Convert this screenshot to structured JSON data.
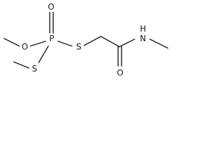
{
  "molecule": {
    "atoms": {
      "carbonyl_o_top": "O",
      "ester_o": "O",
      "phosphorus": "P",
      "sulfur_bridge": "S",
      "sulfur_methyl": "S",
      "carbonyl_o_amide": "O",
      "nitrogen": "N",
      "nitrogen_h": "H"
    },
    "colors": {
      "bond": "#1a1a1a",
      "label": "#1a1a1a",
      "background": "#ffffff"
    }
  }
}
